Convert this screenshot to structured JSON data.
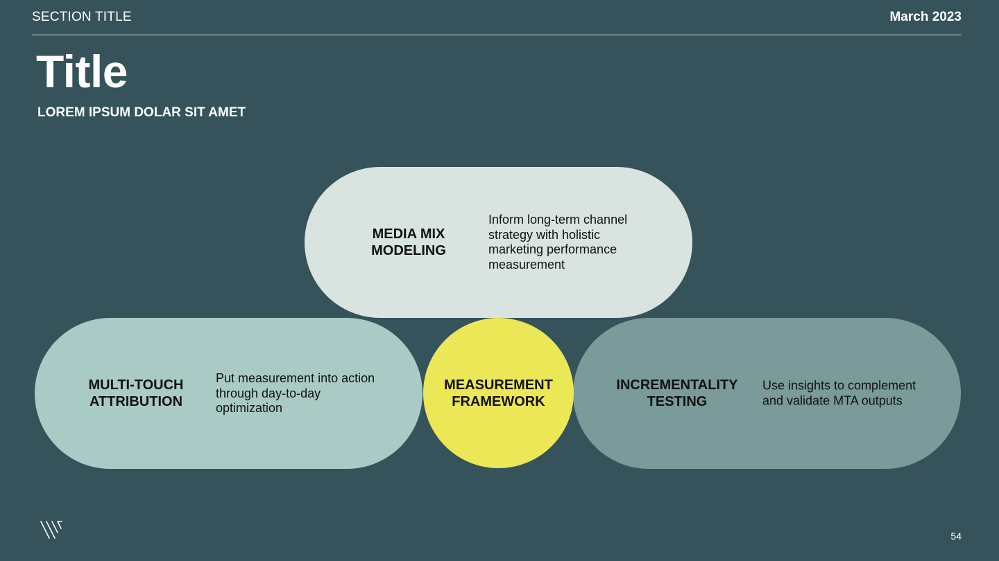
{
  "header": {
    "section_title": "SECTION TITLE",
    "date": "March 2023"
  },
  "title": "Title",
  "subtitle": "LOREM IPSUM DOLAR SIT AMET",
  "diagram": {
    "center": {
      "label_line1": "MEASUREMENT",
      "label_line2": "FRAMEWORK",
      "color": "#ebe756"
    },
    "top": {
      "label_line1": "MEDIA MIX",
      "label_line2": "MODELING",
      "description": "Inform long-term channel strategy with holistic marketing performance measurement",
      "color": "#d9e3e0"
    },
    "left": {
      "label_line1": "MULTI-TOUCH",
      "label_line2": "ATTRIBUTION",
      "description": "Put measurement into action through day-to-day optimization",
      "color": "#aacbc5"
    },
    "right": {
      "label_line1": "INCREMENTALITY",
      "label_line2": "TESTING",
      "description": "Use insights to complement and validate MTA outputs",
      "color": "#7b9a9a"
    }
  },
  "footer": {
    "logo_icon": "brand-logo-icon",
    "page_number": "54"
  },
  "colors": {
    "background": "#36525a",
    "text_light": "#ffffff",
    "text_dark": "#111111"
  }
}
